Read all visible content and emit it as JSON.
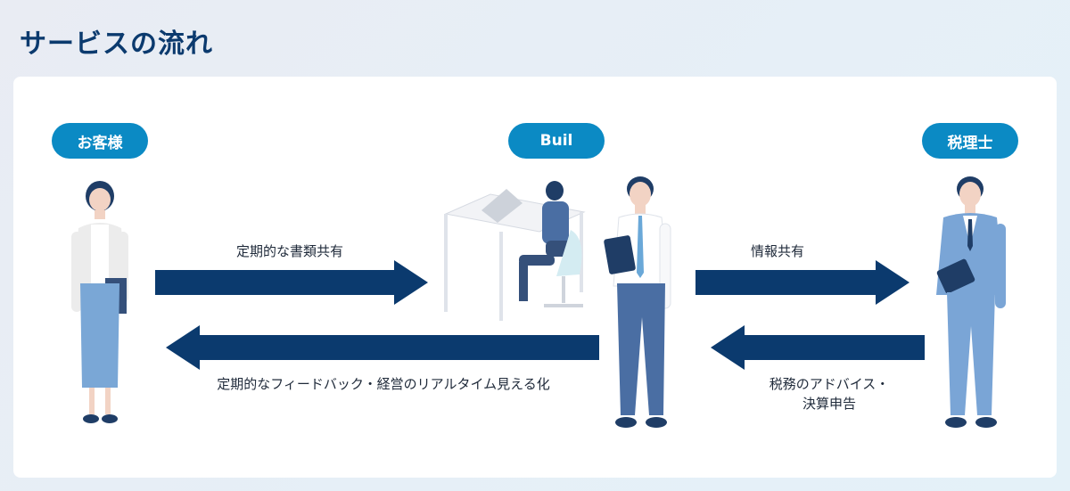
{
  "page": {
    "title": "サービスの流れ"
  },
  "actors": {
    "customer": "お客様",
    "buil": "Buil",
    "tax_accountant": "税理士"
  },
  "flows": {
    "to_buil": "定期的な書類共有",
    "to_customer": "定期的なフィードバック・経営のリアルタイム見える化",
    "to_tax": "情報共有",
    "from_tax_line1": "税務のアドバイス・",
    "from_tax_line2": "決算申告"
  },
  "colors": {
    "title": "#0b3a6e",
    "pill": "#0b8ac4",
    "arrow": "#0b3a6e",
    "suit_dark": "#4a6ea3",
    "suit_light": "#7aa5d6"
  }
}
